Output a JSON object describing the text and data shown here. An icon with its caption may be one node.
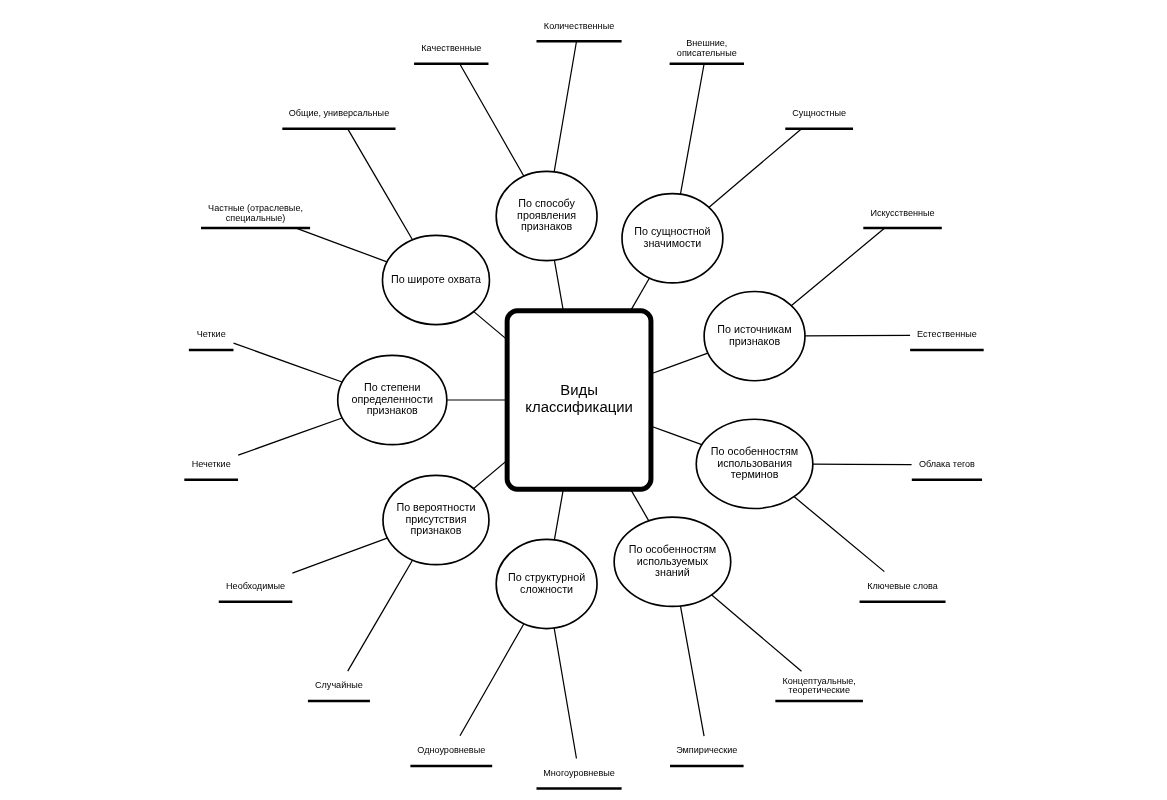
{
  "diagram": {
    "nodes": [
      {
        "text": [
          "Виды классификации"
        ]
      },
      {
        "text": [
          "По источникам признаков"
        ]
      },
      {
        "text": [
          "Естественные"
        ]
      },
      {
        "text": [
          "Искусственные"
        ]
      },
      {
        "text": [
          "По сущностной значимости"
        ]
      },
      {
        "text": [
          "Сущностные"
        ]
      },
      {
        "text": [
          "Внешние, описательные"
        ]
      },
      {
        "text": [
          "По способу проявления признаков"
        ]
      },
      {
        "text": [
          "Количественные"
        ]
      },
      {
        "text": [
          "Качественные"
        ]
      },
      {
        "text": [
          "По широте охвата"
        ]
      },
      {
        "text": [
          "Общие, универсальные"
        ]
      },
      {
        "text": [
          "Частные (отраслевые, специальные)"
        ]
      },
      {
        "text": [
          "По степени определенности признаков"
        ]
      },
      {
        "text": [
          "Четкие"
        ]
      },
      {
        "text": [
          "Нечеткие"
        ]
      },
      {
        "text": [
          "По вероятности присутствия признаков"
        ]
      },
      {
        "text": [
          "Необходимые"
        ]
      },
      {
        "text": [
          "Случайные"
        ]
      },
      {
        "text": [
          "По структурной сложности"
        ]
      },
      {
        "text": [
          "Одноуровневые"
        ]
      },
      {
        "text": [
          "Многоуровневые"
        ]
      },
      {
        "text": [
          "По особенностям используемых знаний"
        ]
      },
      {
        "text": [
          "Эмпирические"
        ]
      },
      {
        "text": [
          "Концептуальные, теоретические"
        ]
      },
      {
        "text": [
          "По особенностям использования терминов"
        ]
      },
      {
        "text": [
          "Ключевые слова"
        ]
      },
      {
        "text": [
          "Облака тегов"
        ]
      }
    ],
    "edges": [
      {
        "from": 0,
        "to": 1,
        "arrow": "none"
      },
      {
        "from": 1,
        "to": 2,
        "arrow": "none"
      },
      {
        "from": 1,
        "to": 3,
        "arrow": "none"
      },
      {
        "from": 0,
        "to": 4,
        "arrow": "none"
      },
      {
        "from": 4,
        "to": 5,
        "arrow": "none"
      },
      {
        "from": 4,
        "to": 6,
        "arrow": "none"
      },
      {
        "from": 0,
        "to": 7,
        "arrow": "none"
      },
      {
        "from": 7,
        "to": 8,
        "arrow": "none"
      },
      {
        "from": 7,
        "to": 9,
        "arrow": "none"
      },
      {
        "from": 0,
        "to": 10,
        "arrow": "none"
      },
      {
        "from": 10,
        "to": 11,
        "arrow": "none"
      },
      {
        "from": 10,
        "to": 12,
        "arrow": "none"
      },
      {
        "from": 0,
        "to": 13,
        "arrow": "none"
      },
      {
        "from": 13,
        "to": 14,
        "arrow": "none"
      },
      {
        "from": 13,
        "to": 15,
        "arrow": "none"
      },
      {
        "from": 0,
        "to": 16,
        "arrow": "none"
      },
      {
        "from": 16,
        "to": 17,
        "arrow": "none"
      },
      {
        "from": 16,
        "to": 18,
        "arrow": "none"
      },
      {
        "from": 0,
        "to": 19,
        "arrow": "none"
      },
      {
        "from": 19,
        "to": 20,
        "arrow": "none"
      },
      {
        "from": 19,
        "to": 21,
        "arrow": "none"
      },
      {
        "from": 0,
        "to": 22,
        "arrow": "none"
      },
      {
        "from": 22,
        "to": 23,
        "arrow": "none"
      },
      {
        "from": 22,
        "to": 24,
        "arrow": "none"
      },
      {
        "from": 0,
        "to": 25,
        "arrow": "none"
      },
      {
        "from": 25,
        "to": 26,
        "arrow": "none"
      },
      {
        "from": 25,
        "to": 27,
        "arrow": "none"
      }
    ]
  }
}
